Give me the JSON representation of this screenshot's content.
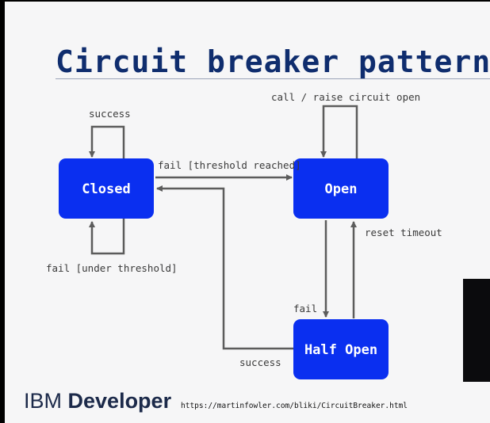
{
  "title": "Circuit breaker pattern",
  "states": {
    "closed": "Closed",
    "open": "Open",
    "half_open": "Half Open"
  },
  "edges": {
    "closed_success": "success",
    "closed_fail_under": "fail [under threshold]",
    "closed_to_open": "fail [threshold reached]",
    "open_call": "call / raise circuit open",
    "open_reset_timeout": "reset timeout",
    "halfopen_fail": "fail",
    "halfopen_success": "success"
  },
  "footer": {
    "brand_light": "IBM ",
    "brand_bold": "Developer",
    "url": "https://martinfowler.com/bliki/CircuitBreaker.html"
  },
  "colors": {
    "state_fill": "#0a2ff0",
    "arrow": "#5c5c5c",
    "title": "#0f2d6e"
  }
}
